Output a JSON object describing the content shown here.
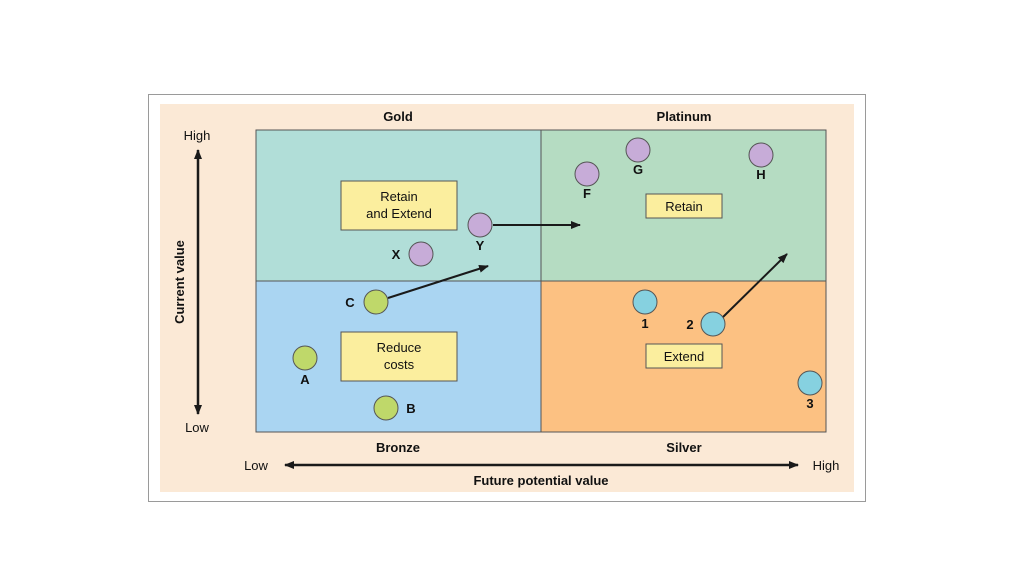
{
  "quadrants": {
    "gold": "Gold",
    "platinum": "Platinum",
    "bronze": "Bronze",
    "silver": "Silver"
  },
  "y_axis": {
    "title": "Current value",
    "high": "High",
    "low": "Low"
  },
  "x_axis": {
    "title": "Future potential value",
    "low": "Low",
    "high": "High"
  },
  "strategies": {
    "retain_extend_line1": "Retain",
    "retain_extend_line2": "and Extend",
    "retain": "Retain",
    "reduce_line1": "Reduce",
    "reduce_line2": "costs",
    "extend": "Extend"
  },
  "points": {
    "A": "A",
    "B": "B",
    "C": "C",
    "X": "X",
    "Y": "Y",
    "F": "F",
    "G": "G",
    "H": "H",
    "one": "1",
    "two": "2",
    "three": "3"
  },
  "colors": {
    "gold_fill": "#b1ded8",
    "platinum_fill": "#b5dcc2",
    "bronze_fill": "#aad5f2",
    "silver_fill": "#fcc182",
    "box_fill": "#fbee9e",
    "green_dot": "#bfd86a",
    "purple_dot": "#c7acd8",
    "cyan_dot": "#86d1e0",
    "line": "#1a1a1a"
  }
}
